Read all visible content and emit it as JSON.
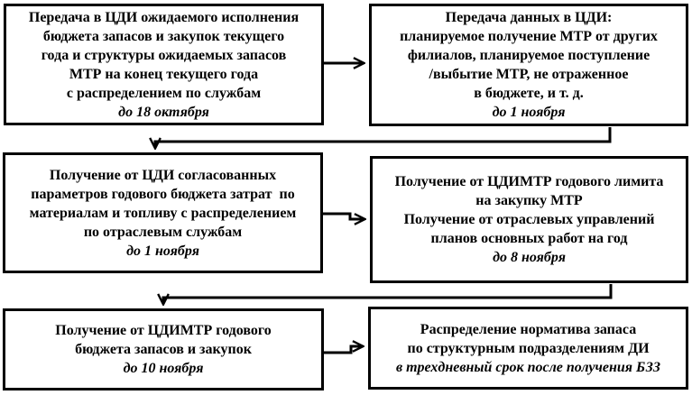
{
  "diagram": {
    "colors": {
      "ink": "#000000",
      "background": "#ffffff"
    },
    "boxes": [
      {
        "id": "step-1",
        "lines": [
          "Передача в ЦДИ ожидаемого исполнения",
          "бюджета запасов и закупок текущего",
          "года и структуры ожидаемых запасов",
          "МТР на конец текущего года",
          "с распределением по службам"
        ],
        "deadline": "до 18 октября"
      },
      {
        "id": "step-2",
        "lines": [
          "Передача данных в ЦДИ:",
          "планируемое получение МТР от других",
          "филиалов, планируемое поступление",
          "/выбытие МТР, не отраженное",
          "в бюджете, и т. д."
        ],
        "deadline": "до 1 ноября"
      },
      {
        "id": "step-3",
        "lines": [
          "Получение от ЦДИ согласованных",
          "параметров годового бюджета затрат  по",
          "материалам и топливу с распределением",
          "по отраслевым службам"
        ],
        "deadline": "до 1 ноября"
      },
      {
        "id": "step-4",
        "lines": [
          "Получение от ЦДИМТР годового лимита",
          "на закупку МТР",
          "Получение от отраслевых управлений",
          "планов основных работ на год"
        ],
        "deadline": "до 8 ноября"
      },
      {
        "id": "step-5",
        "lines": [
          "Получение от ЦДИМТР годового",
          "бюджета запасов и закупок"
        ],
        "deadline": "до 10 ноября"
      },
      {
        "id": "step-6",
        "lines": [
          "Распределение норматива запаса",
          "по структурным подразделениям ДИ"
        ],
        "deadline": "в трехдневный срок после получения БЗЗ"
      }
    ]
  }
}
